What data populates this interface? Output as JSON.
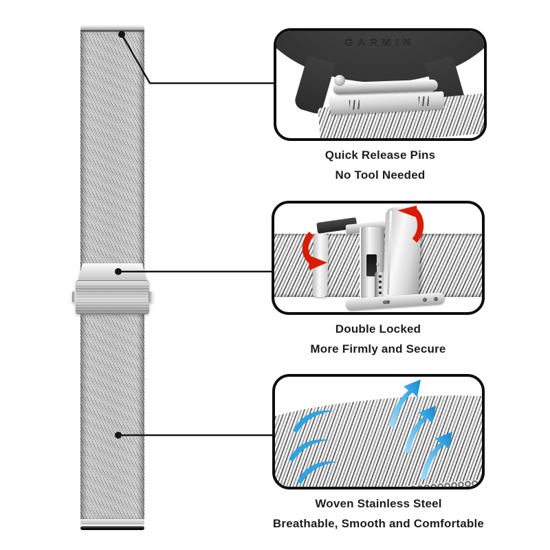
{
  "image": {
    "type": "annotated-product-diagram",
    "background": "#ffffff",
    "subject": "stainless-steel-milanese-watch-band"
  },
  "callouts": [
    {
      "id": "quick-release-pins",
      "title": "Quick Release Pins",
      "subtitle": "No Tool Needed",
      "brand_text": "GARMIN"
    },
    {
      "id": "double-locked",
      "title": "Double Locked",
      "subtitle": "More Firmly and Secure"
    },
    {
      "id": "woven-stainless-steel",
      "title": "Woven Stainless Steel",
      "subtitle": "Breathable, Smooth and Comfortable"
    }
  ],
  "colors": {
    "panel_border": "#0d0d0d",
    "caption_text": "#1c1c1c",
    "leader_line": "#151515",
    "watch_body": "#3a3a3a",
    "steel_light": "#e8e8e8",
    "steel_dark": "#9a9a9a",
    "red_arrow": "#d81c03",
    "blue_arrow_dark": "#1287d0",
    "blue_arrow_light": "#a6ddf8"
  }
}
